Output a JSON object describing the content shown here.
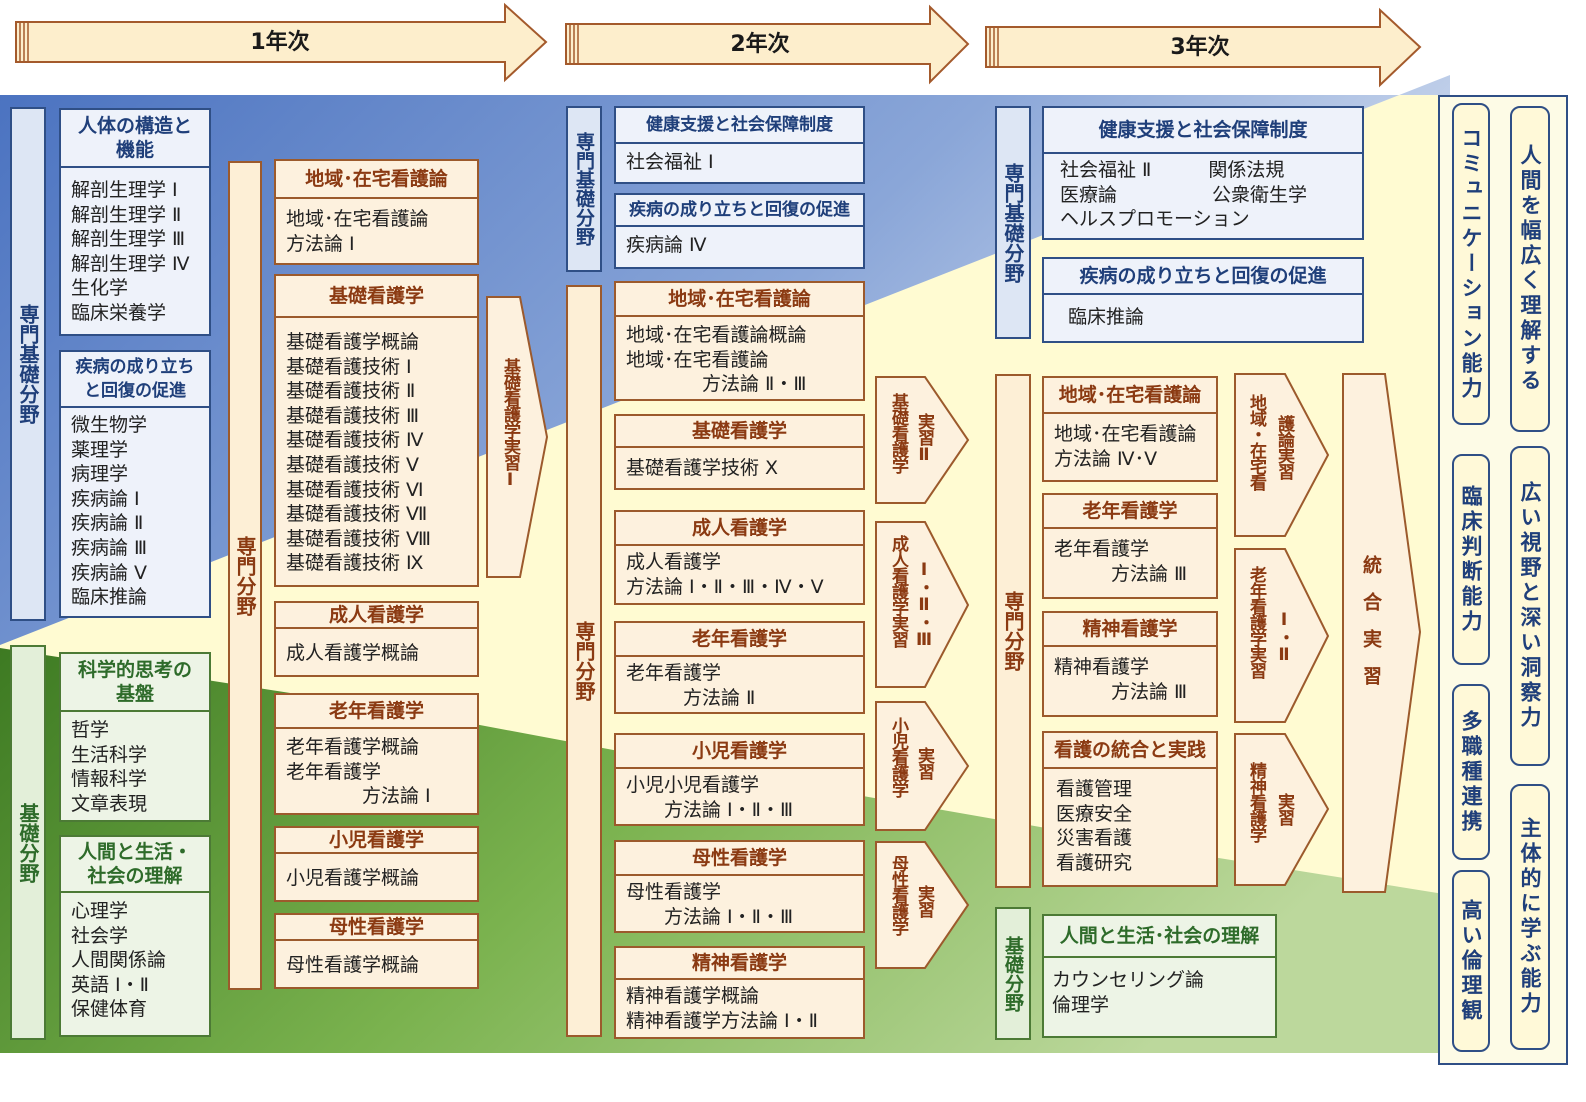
{
  "years": [
    "1年次",
    "2年次",
    "3年次"
  ],
  "bars": {
    "senmon_kiso_1": "専門基礎分野",
    "kiso_1": "基礎分野",
    "senmon_1": "専門分野",
    "senmon_kiso_2": "専門基礎分野",
    "senmon_2": "専門分野",
    "senmon_kiso_3": "専門基礎分野",
    "senmon_3": "専門分野",
    "kiso_3": "基礎分野"
  },
  "cards": {
    "y1_body": {
      "title": "人体の構造と機能",
      "items": [
        "解剖生理学 Ⅰ",
        "解剖生理学 Ⅱ",
        "解剖生理学 Ⅲ",
        "解剖生理学 Ⅳ",
        "生化学",
        "臨床栄養学"
      ]
    },
    "y1_disease": {
      "title": "疾病の成り立ちと回復の促進",
      "items": [
        "微生物学",
        "薬理学",
        "病理学",
        "疾病論 Ⅰ",
        "疾病論 Ⅱ",
        "疾病論 Ⅲ",
        "疾病論 Ⅴ",
        "臨床推論"
      ]
    },
    "y1_science": {
      "title": "科学的思考の基盤",
      "items": [
        "哲学",
        "生活科学",
        "情報科学",
        "文章表現"
      ]
    },
    "y1_human": {
      "title": "人間と生活・社会の理解",
      "items": [
        "心理学",
        "社会学",
        "人間関係論",
        "英語 Ⅰ・Ⅱ",
        "保健体育"
      ]
    },
    "y1_community": {
      "title": "地域･在宅看護論",
      "items": [
        "地域･在宅看護論",
        "方法論 Ⅰ"
      ]
    },
    "y1_basic": {
      "title": "基礎看護学",
      "items": [
        "基礎看護学概論",
        "基礎看護技術 Ⅰ",
        "基礎看護技術 Ⅱ",
        "基礎看護技術 Ⅲ",
        "基礎看護技術 Ⅳ",
        "基礎看護技術 Ⅴ",
        "基礎看護技術 Ⅵ",
        "基礎看護技術 Ⅶ",
        "基礎看護技術 Ⅷ",
        "基礎看護技術 Ⅸ"
      ]
    },
    "y1_adult": {
      "title": "成人看護学",
      "items": [
        "成人看護学概論"
      ]
    },
    "y1_elder": {
      "title": "老年看護学",
      "items": [
        "老年看護学概論",
        "老年看護学",
        "　　　　方法論 Ⅰ"
      ]
    },
    "y1_child": {
      "title": "小児看護学",
      "items": [
        "小児看護学概論"
      ]
    },
    "y1_maternal": {
      "title": "母性看護学",
      "items": [
        "母性看護学概論"
      ]
    },
    "y2_health": {
      "title": "健康支援と社会保障制度",
      "items": [
        "社会福祉 Ⅰ"
      ]
    },
    "y2_disease": {
      "title": "疾病の成り立ちと回復の促進",
      "items": [
        "疾病論 Ⅳ"
      ]
    },
    "y2_community": {
      "title": "地域･在宅看護論",
      "items": [
        "地域･在宅看護論概論",
        "地域･在宅看護論",
        "　　　　方法論 Ⅱ・Ⅲ"
      ]
    },
    "y2_basic": {
      "title": "基礎看護学",
      "items": [
        "基礎看護学技術 Ⅹ"
      ]
    },
    "y2_adult": {
      "title": "成人看護学",
      "items": [
        "成人看護学",
        "方法論 Ⅰ・Ⅱ・Ⅲ・Ⅳ・Ⅴ"
      ]
    },
    "y2_elder": {
      "title": "老年看護学",
      "items": [
        "老年看護学",
        "　　　方法論 Ⅱ"
      ]
    },
    "y2_child": {
      "title": "小児看護学",
      "items": [
        "小児小児看護学",
        "　　方法論 Ⅰ・Ⅱ・Ⅲ"
      ]
    },
    "y2_maternal": {
      "title": "母性看護学",
      "items": [
        "母性看護学",
        "　　方法論 Ⅰ・Ⅱ・Ⅲ"
      ]
    },
    "y2_psych": {
      "title": "精神看護学",
      "items": [
        "精神看護学概論",
        "精神看護学方法論 Ⅰ・Ⅱ"
      ]
    },
    "y3_health": {
      "title": "健康支援と社会保障制度",
      "items": [
        "社会福祉 Ⅱ　　　関係法規",
        "医療論　　　　　公衆衛生学",
        "ヘルスプロモーション"
      ]
    },
    "y3_disease": {
      "title": "疾病の成り立ちと回復の促進",
      "items": [
        "臨床推論"
      ]
    },
    "y3_community": {
      "title": "地域･在宅看護論",
      "items": [
        "地域･在宅看護論",
        "方法論 Ⅳ･Ⅴ"
      ]
    },
    "y3_elder": {
      "title": "老年看護学",
      "items": [
        "老年看護学",
        "　　　方法論 Ⅲ"
      ]
    },
    "y3_psych": {
      "title": "精神看護学",
      "items": [
        "精神看護学",
        "　　　方法論 Ⅲ"
      ]
    },
    "y3_integ": {
      "title": "看護の統合と実践",
      "items": [
        "看護管理",
        "医療安全",
        "災害看護",
        "看護研究"
      ]
    },
    "y3_human": {
      "title": "人間と生活･社会の理解",
      "items": [
        "カウンセリング論",
        "倫理学"
      ]
    }
  },
  "practicums": {
    "p1_basic": "基礎看護学実習Ⅰ",
    "p2_basic_a": "基礎看護学",
    "p2_basic_b": "実習Ⅱ",
    "p2_adult_a": "成人看護学実習",
    "p2_adult_b": "Ⅰ・Ⅱ・Ⅲ",
    "p2_child_a": "小児看護学",
    "p2_child_b": "実習",
    "p2_maternal_a": "母性看護学",
    "p2_maternal_b": "実習",
    "p3_comm_a": "地域・在宅看",
    "p3_comm_b": "護論実習",
    "p3_elder_a": "老年看護学実習",
    "p3_elder_b": "Ⅰ・Ⅱ",
    "p3_psych_a": "精神看護学",
    "p3_psych_b": "実習",
    "p3_integ": "統合実習"
  },
  "goals": [
    "コミュニケーション能力",
    "人間を幅広く理解する",
    "臨床判断能力",
    "広い視野と深い洞察力",
    "多職種連携",
    "主体的に学ぶ能力",
    "高い倫理観"
  ],
  "colors": {
    "blue": "#5b7fc4",
    "green": "#5a9a3a",
    "cream": "#fffbd2",
    "arrow": "#fdeecc",
    "arrow_border": "#a45a2c"
  }
}
